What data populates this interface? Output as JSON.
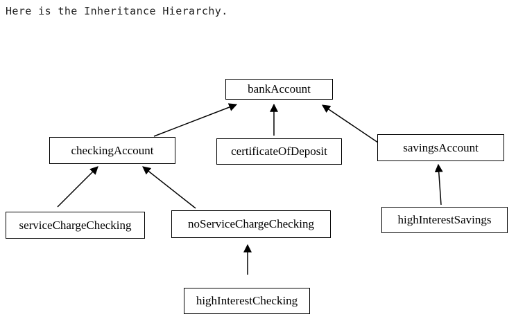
{
  "title": "Here is the Inheritance Hierarchy.",
  "diagram": {
    "type": "inheritance-hierarchy",
    "nodes": [
      {
        "id": "bankAccount",
        "label": "bankAccount"
      },
      {
        "id": "checkingAccount",
        "label": "checkingAccount"
      },
      {
        "id": "certificateOfDeposit",
        "label": "certificateOfDeposit"
      },
      {
        "id": "savingsAccount",
        "label": "savingsAccount"
      },
      {
        "id": "serviceChargeChecking",
        "label": "serviceChargeChecking"
      },
      {
        "id": "noServiceChargeChecking",
        "label": "noServiceChargeChecking"
      },
      {
        "id": "highInterestSavings",
        "label": "highInterestSavings"
      },
      {
        "id": "highInterestChecking",
        "label": "highInterestChecking"
      }
    ],
    "edges": [
      {
        "from": "checkingAccount",
        "to": "bankAccount"
      },
      {
        "from": "certificateOfDeposit",
        "to": "bankAccount"
      },
      {
        "from": "savingsAccount",
        "to": "bankAccount"
      },
      {
        "from": "serviceChargeChecking",
        "to": "checkingAccount"
      },
      {
        "from": "noServiceChargeChecking",
        "to": "checkingAccount"
      },
      {
        "from": "highInterestSavings",
        "to": "savingsAccount"
      },
      {
        "from": "highInterestChecking",
        "to": "noServiceChargeChecking"
      }
    ],
    "colors": {
      "background": "#ffffff",
      "box_fill": "#ffffff",
      "box_border": "#000000",
      "arrow": "#000000",
      "label_text": "#000000",
      "title_text": "#1f1f1f"
    }
  }
}
